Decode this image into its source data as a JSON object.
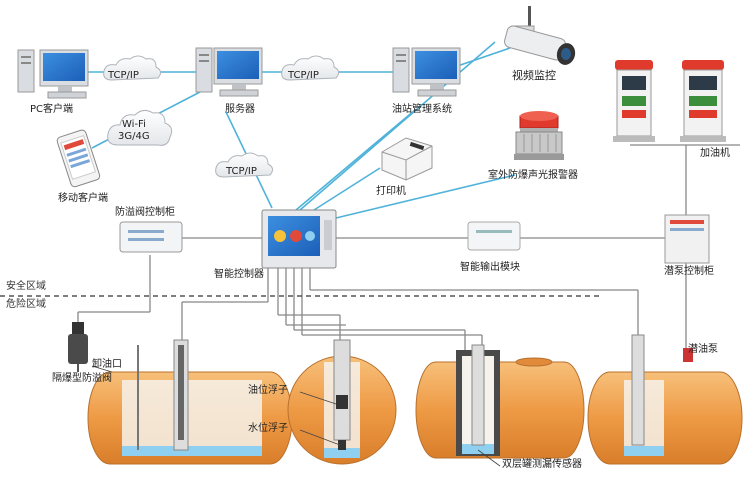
{
  "nodes": {
    "pc_client": "PC客户端",
    "server": "服务器",
    "station_mgmt": "油站管理系统",
    "video": "视频监控",
    "mobile": "移动客户端",
    "printer": "打印机",
    "alarm": "室外防爆声光报警器",
    "dispenser": "加油机",
    "overfill_cabinet": "防溢阀控制柜",
    "controller": "智能控制器",
    "output_module": "智能输出模块",
    "pump_cabinet": "潜泵控制柜",
    "valve": "隔爆型防溢阀",
    "unload_port": "卸油口",
    "oil_float": "油位浮子",
    "water_float": "水位浮子",
    "leak_sensor": "双层罐测漏传感器",
    "sub_pump": "潜油泵"
  },
  "links": {
    "tcp1": "TCP/IP",
    "tcp2": "TCP/IP",
    "tcp3": "TCP/IP",
    "wifi_line1": "Wi-Fi",
    "wifi_line2": "3G/4G"
  },
  "zones": {
    "safe": "安全区域",
    "danger": "危险区域"
  },
  "colors": {
    "tank_orange": "#F0A050",
    "line_blue": "#4FB3D9",
    "water_blue": "#8FCFEF"
  }
}
